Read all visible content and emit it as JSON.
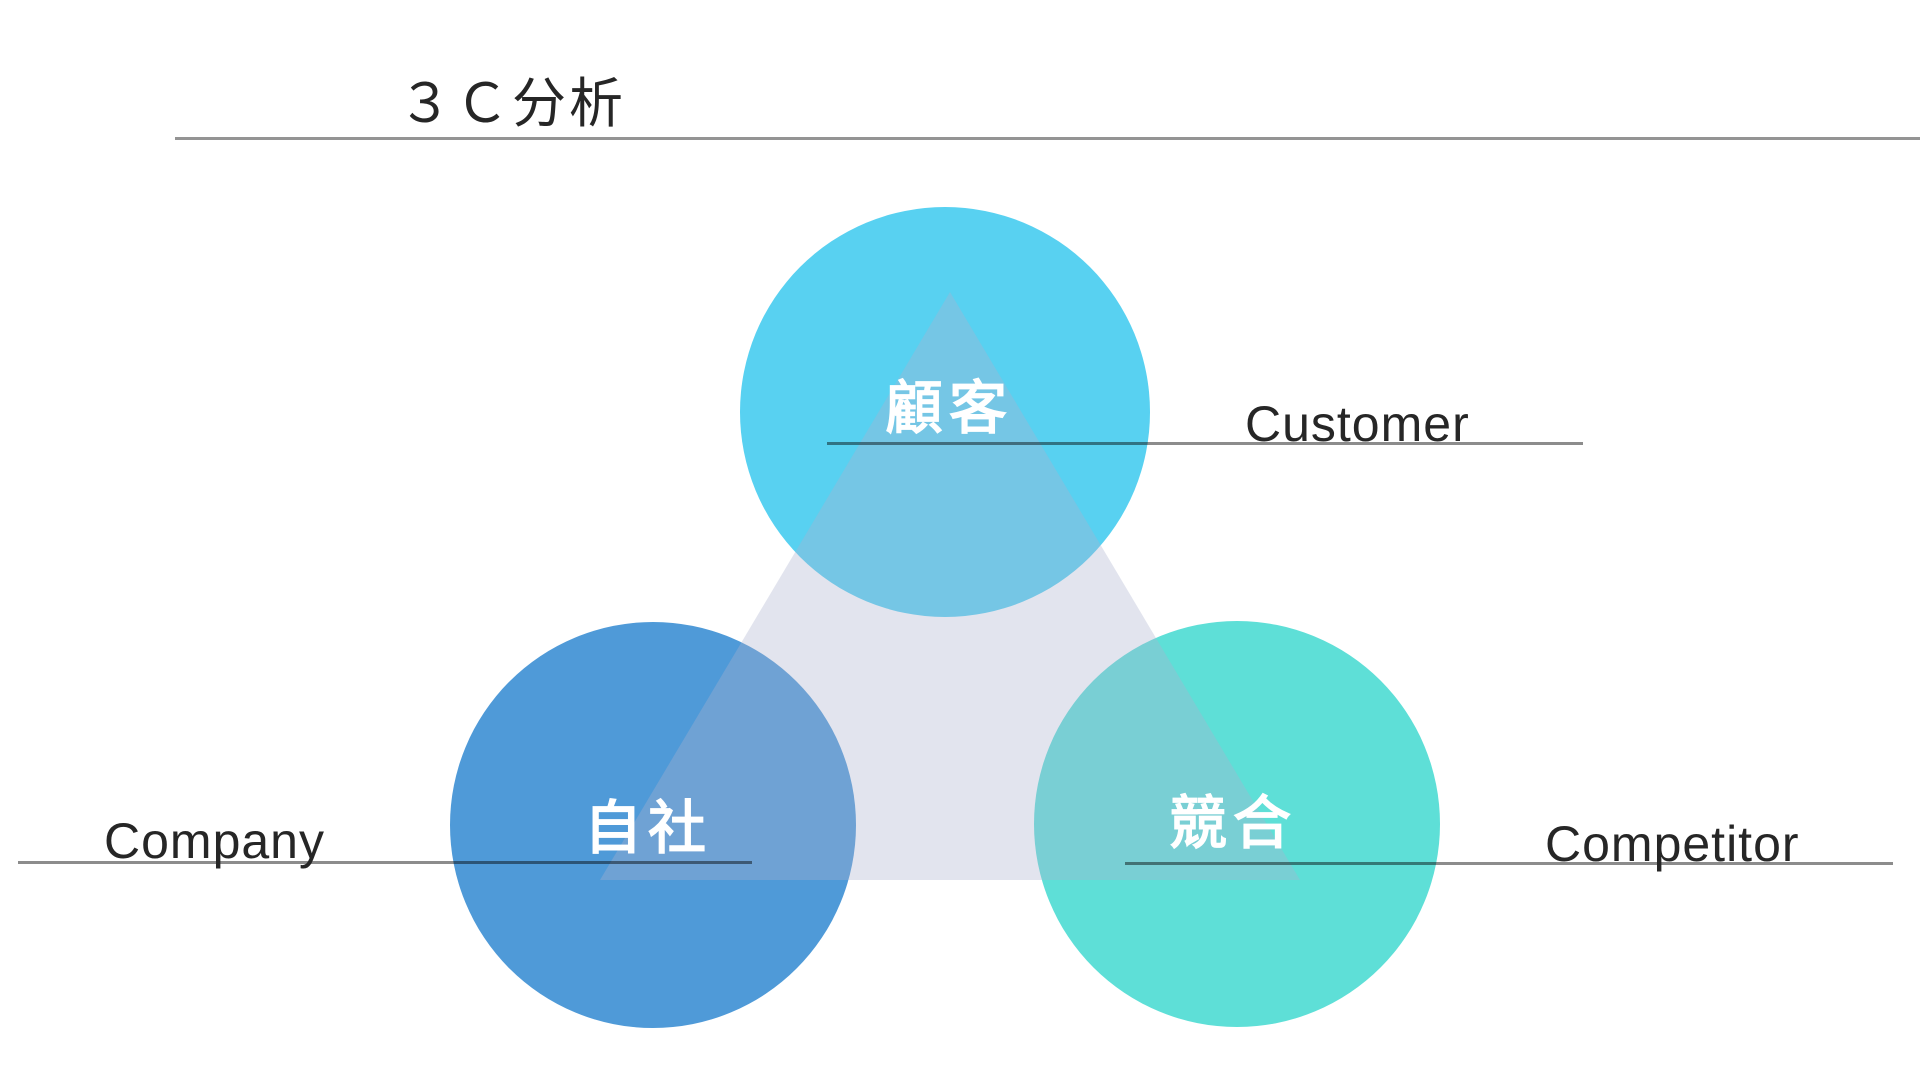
{
  "slide": {
    "title": "３Ｃ分析",
    "background_color": "#ffffff",
    "title_color": "#262626",
    "rule_color": "rgba(0,0,0,0.45)"
  },
  "diagram": {
    "type": "3c-analysis",
    "triangle_overlay_color": "rgba(172,178,206,0.35)",
    "label_text_color": "#ffffff",
    "english_text_color": "#262626",
    "nodes": [
      {
        "id": "customer",
        "label_ja": "顧客",
        "label_en": "Customer",
        "color": "#58d1f1",
        "position": "top"
      },
      {
        "id": "company",
        "label_ja": "自社",
        "label_en": "Company",
        "color": "#4f9ad8",
        "position": "bottom-left"
      },
      {
        "id": "competitor",
        "label_ja": "競合",
        "label_en": "Competitor",
        "color": "#5edfd7",
        "position": "bottom-right"
      }
    ]
  }
}
